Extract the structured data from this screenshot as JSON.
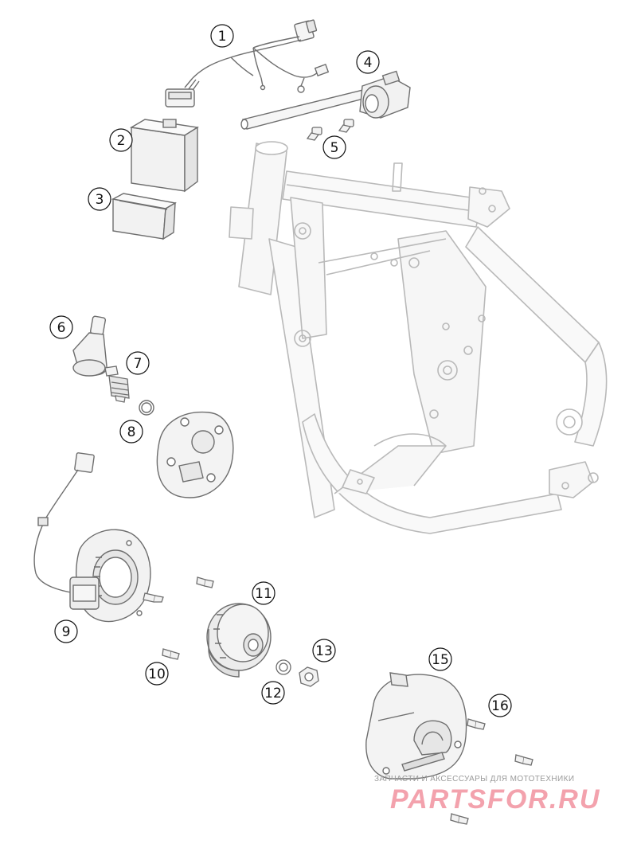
{
  "diagram": {
    "callouts": [
      {
        "id": "1",
        "label": "1"
      },
      {
        "id": "2",
        "label": "2"
      },
      {
        "id": "3",
        "label": "3"
      },
      {
        "id": "4",
        "label": "4"
      },
      {
        "id": "5",
        "label": "5"
      },
      {
        "id": "6",
        "label": "6"
      },
      {
        "id": "7",
        "label": "7"
      },
      {
        "id": "8",
        "label": "8"
      },
      {
        "id": "9",
        "label": "9"
      },
      {
        "id": "10",
        "label": "10"
      },
      {
        "id": "11",
        "label": "11"
      },
      {
        "id": "12",
        "label": "12"
      },
      {
        "id": "13",
        "label": "13"
      },
      {
        "id": "15",
        "label": "15"
      },
      {
        "id": "16",
        "label": "16"
      }
    ]
  },
  "watermark": {
    "caption": "ЗАПЧАСТИ И АКСЕССУАРЫ ДЛЯ МОТОТЕХНИКИ",
    "logo": "PARTSFOR.RU",
    "logo_color": "#f3a2ad"
  },
  "colors": {
    "line": "#6e6e6e",
    "frame_line": "#b9b9b9",
    "part_fill": "#f4f4f4"
  }
}
